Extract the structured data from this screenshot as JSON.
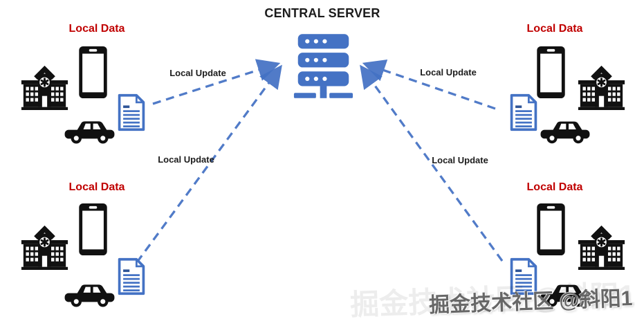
{
  "title": "CENTRAL SERVER",
  "watermark": "掘金技术社区 @斜阳1",
  "colors": {
    "accent_blue": "#4472C4",
    "label_red": "#C00000",
    "icon_black": "#111111",
    "background": "#ffffff"
  },
  "server": {
    "name": "central-server",
    "icon": "server-stack-icon"
  },
  "icons": {
    "building": "hospital-building-icon",
    "phone": "smartphone-icon",
    "car": "car-icon",
    "doc": "document-icon",
    "server": "server-stack-icon"
  },
  "groups": [
    {
      "position": "top-left",
      "data_label": "Local Data",
      "update_label": "Local Update"
    },
    {
      "position": "top-right",
      "data_label": "Local Data",
      "update_label": "Local Update"
    },
    {
      "position": "bottom-left",
      "data_label": "Local Data",
      "update_label": "Local Update"
    },
    {
      "position": "bottom-right",
      "data_label": "Local Data",
      "update_label": "Local Update"
    }
  ],
  "arrows": [
    {
      "from": "top-left-document",
      "to": "central-server",
      "style": "dashed"
    },
    {
      "from": "top-right-document",
      "to": "central-server",
      "style": "dashed"
    },
    {
      "from": "bottom-left-document",
      "to": "central-server",
      "style": "dashed"
    },
    {
      "from": "bottom-right-document",
      "to": "central-server",
      "style": "dashed"
    }
  ]
}
